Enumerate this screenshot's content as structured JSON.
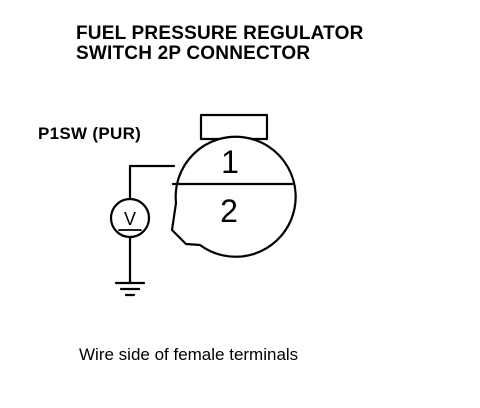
{
  "title": {
    "line1": "FUEL PRESSURE REGULATOR",
    "line2": "SWITCH 2P CONNECTOR"
  },
  "pin_label": "P1SW (PUR)",
  "connector": {
    "pin_top": "1",
    "pin_bottom": "2"
  },
  "meter": {
    "symbol": "V"
  },
  "caption": "Wire side of female terminals",
  "colors": {
    "ink": "#000000",
    "background": "#ffffff"
  }
}
